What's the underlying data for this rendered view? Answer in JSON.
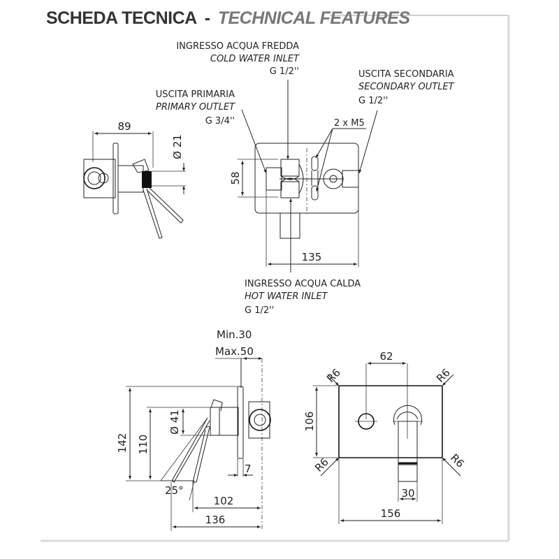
{
  "header": {
    "title_it": "SCHEDA TECNICA",
    "separator": "-",
    "title_en": "TECHNICAL FEATURES"
  },
  "colors": {
    "title_dark": "#333333",
    "title_light": "#777777",
    "frame": "#d9d9d9",
    "line": "#222222"
  },
  "top_view": {
    "cold_inlet": {
      "it": "INGRESSO ACQUA FREDDA",
      "en": "COLD WATER INLET",
      "size": "G 1/2''"
    },
    "primary_outlet": {
      "it": "USCITA PRIMARIA",
      "en": "PRIMARY OUTLET",
      "size": "G 3/4''"
    },
    "secondary_outlet": {
      "it": "USCITA SECONDARIA",
      "en": "SECONDARY OUTLET",
      "size": "G 1/2''"
    },
    "hot_inlet": {
      "it": "INGRESSO ACQUA CALDA",
      "en": "HOT WATER INLET",
      "size": "G 1/2''"
    },
    "screws": "2 x M5",
    "dim_height": "58",
    "dim_width": "135"
  },
  "small_side_view": {
    "dim_depth": "89",
    "dim_diameter": "Ø 21"
  },
  "side_view": {
    "wall_min": "Min.30",
    "wall_max": "Max.50",
    "dim_diameter": "Ø 41",
    "dim_110": "110",
    "dim_142": "142",
    "dim_7": "7",
    "angle": "25°",
    "dim_102": "102",
    "dim_136": "136"
  },
  "front_view": {
    "dim_62": "62",
    "radius_tl": "R6",
    "radius_tr": "R6",
    "radius_bl": "R6",
    "radius_br": "R6",
    "dim_106": "106",
    "dim_30": "30",
    "dim_156": "156"
  }
}
